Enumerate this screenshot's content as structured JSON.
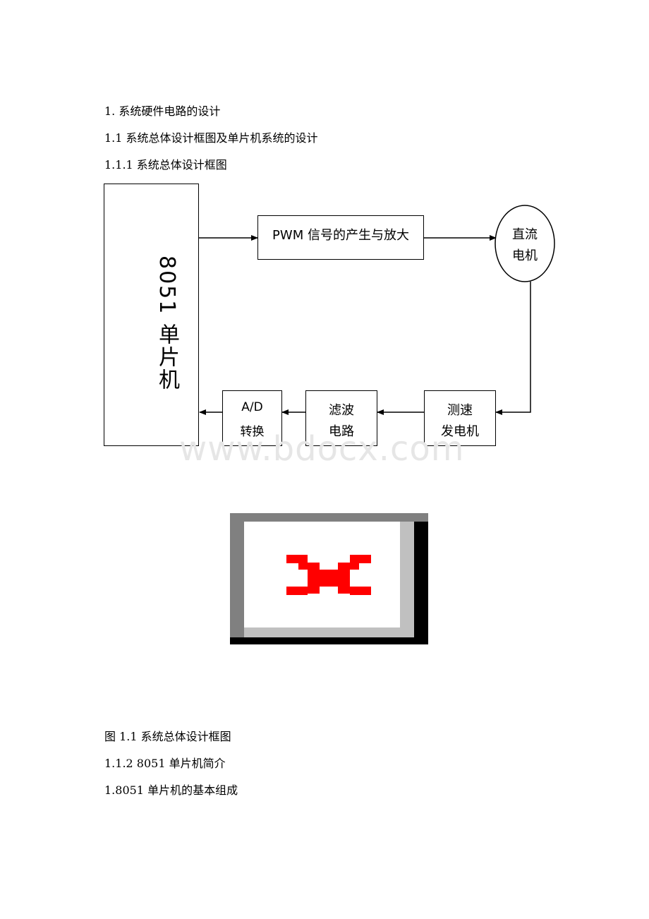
{
  "headings": {
    "h1": "1. 系统硬件电路的设计",
    "h2": "1.1 系统总体设计框图及单片机系统的设计",
    "h3": "1.1.1 系统总体设计框图"
  },
  "diagram": {
    "mcu": "8051 单片机",
    "pwm": "PWM 信号的产生与放大",
    "motor_line1": "直流",
    "motor_line2": "电机",
    "tacho_line1": "测速",
    "tacho_line2": "发电机",
    "filter_line1": "滤波",
    "filter_line2": "电路",
    "adc_line1": "A/D",
    "adc_line2": "转换"
  },
  "watermark": "www.bdocx.com",
  "image": {
    "icon": "broken-image-icon",
    "colors": {
      "outer": "#808080",
      "shadow": "#000000",
      "light": "#c0c0c0",
      "mark": "#ff0000"
    }
  },
  "caption": "图 1.1 系统总体设计框图",
  "sections": {
    "s1": "1.1.2 8051 单片机简介",
    "s2": "1.8051 单片机的基本组成"
  }
}
